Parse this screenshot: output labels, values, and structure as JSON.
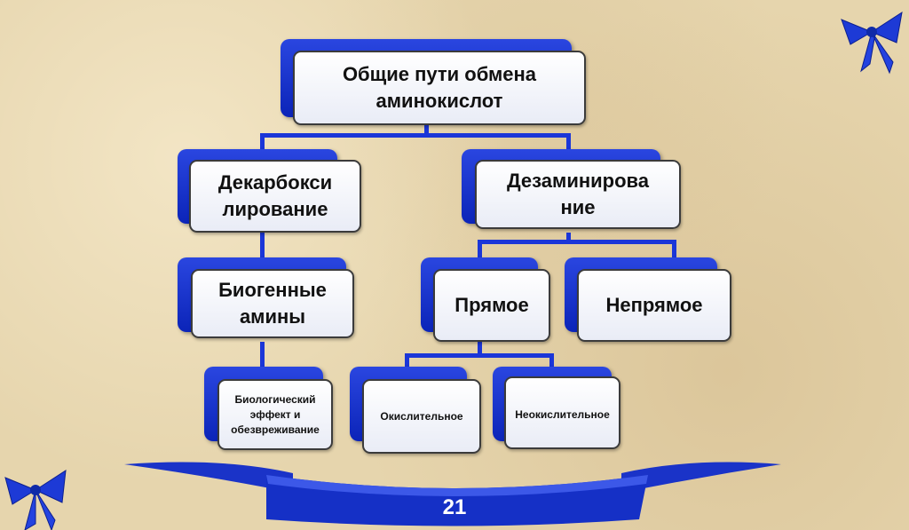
{
  "diagram": {
    "root": "Общие пути обмена аминокислот",
    "decarboxylation": "Декарбокси лирование",
    "deamination": "Дезаминирова ние",
    "biogenic_amines": "Биогенные амины",
    "direct": "Прямое",
    "indirect": "Непрямое",
    "biological_effect": "Биологический эффект и обезвреживание",
    "oxidative": "Окислительное",
    "non_oxidative": "Неокислительное"
  },
  "slide": {
    "page_number": "21"
  },
  "colors": {
    "accent": "#1b36d8",
    "background": "#e6d5ad"
  }
}
